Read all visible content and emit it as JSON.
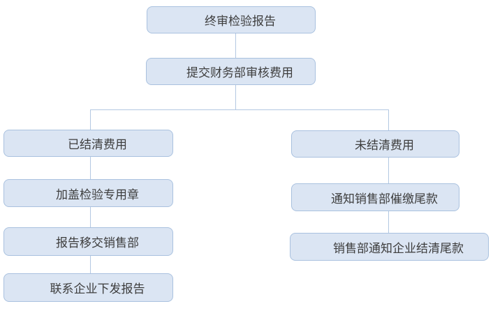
{
  "diagram": {
    "type": "flowchart",
    "background_color": "#ffffff",
    "node_fill_color": "#dbe5f3",
    "node_border_color": "#a9c1df",
    "connector_color": "#b3c8e2",
    "text_color": "#3d3d3d",
    "nodes": [
      {
        "id": "final-inspection-report",
        "label": "终审检验报告"
      },
      {
        "id": "submit-finance-review",
        "label": "提交财务部审核费用"
      },
      {
        "id": "fees-settled",
        "label": "已结清费用"
      },
      {
        "id": "apply-inspection-seal",
        "label": "加盖检验专用章"
      },
      {
        "id": "report-to-sales",
        "label": "报告移交销售部"
      },
      {
        "id": "contact-enterprise-issue-report",
        "label": "联系企业下发报告"
      },
      {
        "id": "fees-unsettled",
        "label": "未结清费用"
      },
      {
        "id": "notify-sales-collect-balance",
        "label": "通知销售部催缴尾款"
      },
      {
        "id": "sales-notify-enterprise-settle",
        "label": "销售部通知企业结清尾款"
      }
    ],
    "edges": [
      {
        "from": "final-inspection-report",
        "to": "submit-finance-review"
      },
      {
        "from": "submit-finance-review",
        "to": "fees-settled"
      },
      {
        "from": "submit-finance-review",
        "to": "fees-unsettled"
      },
      {
        "from": "fees-settled",
        "to": "apply-inspection-seal"
      },
      {
        "from": "apply-inspection-seal",
        "to": "report-to-sales"
      },
      {
        "from": "report-to-sales",
        "to": "contact-enterprise-issue-report"
      },
      {
        "from": "fees-unsettled",
        "to": "notify-sales-collect-balance"
      },
      {
        "from": "notify-sales-collect-balance",
        "to": "sales-notify-enterprise-settle"
      }
    ]
  }
}
